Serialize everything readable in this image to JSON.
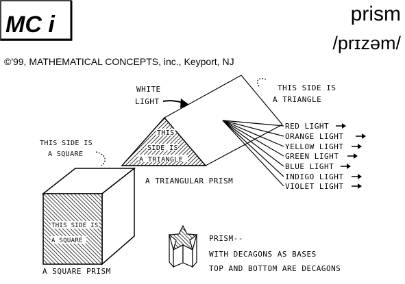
{
  "header": {
    "logo": "MC i",
    "word": "prism",
    "pronunciation": "/prɪzəm/",
    "copyright": "©'99, MATHEMATICAL CONCEPTS, inc., Keyport, NJ"
  },
  "triangular_prism": {
    "white_light_line1": "WHITE",
    "white_light_line2": "LIGHT",
    "side_note_line1": "THIS SIDE IS",
    "side_note_line2": "A TRIANGLE",
    "face_line1": "THIS",
    "face_line2": "SIDE IS",
    "face_line3": "A TRIANGLE",
    "caption": "A TRIANGULAR PRISM",
    "spectrum": [
      "RED LIGHT",
      "ORANGE LIGHT",
      "YELLOW LIGHT",
      "GREEN LIGHT",
      "BLUE LIGHT",
      "INDIGO LIGHT",
      "VIOLET LIGHT"
    ]
  },
  "square_prism": {
    "side_note_line1": "THIS SIDE IS",
    "side_note_line2": "A SQUARE",
    "face_line1": "THIS SIDE IS",
    "face_line2": "A SQUARE",
    "caption": "A SQUARE PRISM"
  },
  "decagon_prism": {
    "line1": "PRISM--",
    "line2": "WITH DECAGONS AS BASES",
    "line3": "TOP AND BOTTOM ARE DECAGONS"
  }
}
